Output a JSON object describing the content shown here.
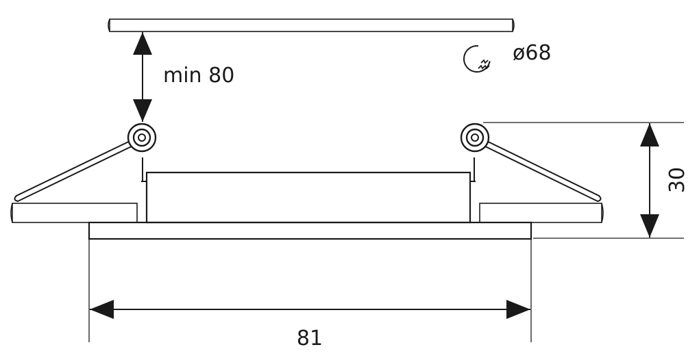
{
  "dimensions": {
    "clearance": "min 80",
    "cutout_diameter": "ø68",
    "height": "30",
    "width": "81"
  },
  "colors": {
    "line": "#1a1a1a",
    "background": "#ffffff"
  },
  "icons": {
    "cutout": "hole-saw-icon"
  }
}
